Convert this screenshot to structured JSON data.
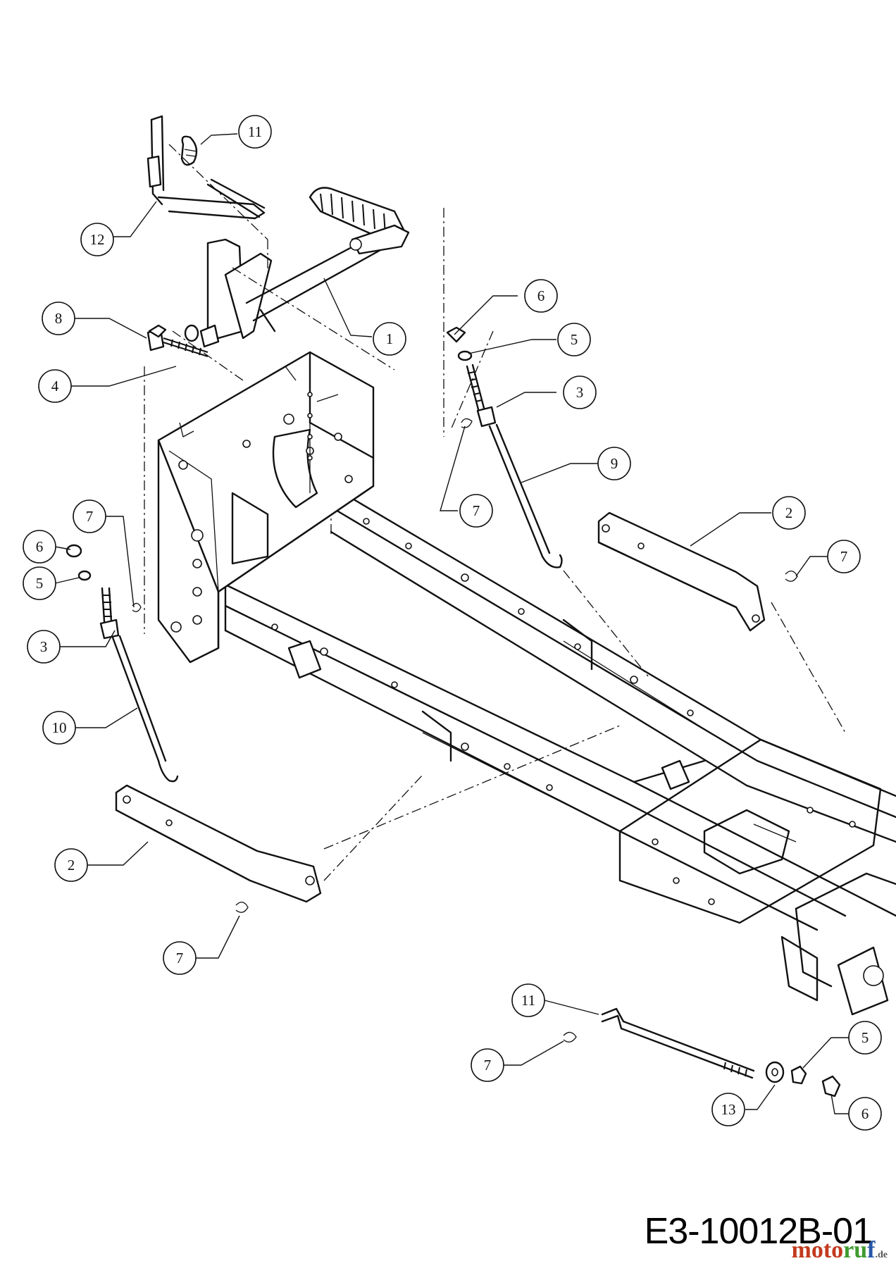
{
  "diagram": {
    "drawing_code": "E3-10012B-01",
    "watermark": {
      "part_a": "moto",
      "part_b": "ru",
      "part_c": "f",
      "part_d": ".de"
    },
    "callouts": [
      {
        "id": "c1",
        "label": "1"
      },
      {
        "id": "c2a",
        "label": "2"
      },
      {
        "id": "c2b",
        "label": "2"
      },
      {
        "id": "c3a",
        "label": "3"
      },
      {
        "id": "c3b",
        "label": "3"
      },
      {
        "id": "c4",
        "label": "4"
      },
      {
        "id": "c5a",
        "label": "5"
      },
      {
        "id": "c5b",
        "label": "5"
      },
      {
        "id": "c5c",
        "label": "5"
      },
      {
        "id": "c6a",
        "label": "6"
      },
      {
        "id": "c6b",
        "label": "6"
      },
      {
        "id": "c6c",
        "label": "6"
      },
      {
        "id": "c7a",
        "label": "7"
      },
      {
        "id": "c7b",
        "label": "7"
      },
      {
        "id": "c7c",
        "label": "7"
      },
      {
        "id": "c7d",
        "label": "7"
      },
      {
        "id": "c7e",
        "label": "7"
      },
      {
        "id": "c8",
        "label": "8"
      },
      {
        "id": "c9",
        "label": "9"
      },
      {
        "id": "c10",
        "label": "10"
      },
      {
        "id": "c11a",
        "label": "11"
      },
      {
        "id": "c11b",
        "label": "11"
      },
      {
        "id": "c12",
        "label": "12"
      },
      {
        "id": "c13",
        "label": "13"
      }
    ]
  }
}
